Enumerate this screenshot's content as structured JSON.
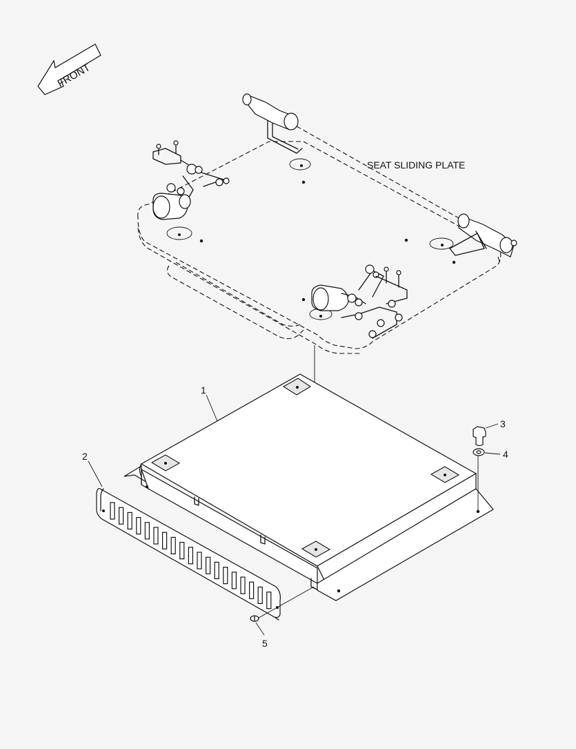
{
  "diagram": {
    "front_label": "FRONT",
    "assembly_label": "SEAT SLIDING PLATE",
    "callouts": [
      {
        "id": "1",
        "text": "1"
      },
      {
        "id": "2",
        "text": "2"
      },
      {
        "id": "3",
        "text": "3"
      },
      {
        "id": "4",
        "text": "4"
      },
      {
        "id": "5",
        "text": "5"
      }
    ]
  }
}
